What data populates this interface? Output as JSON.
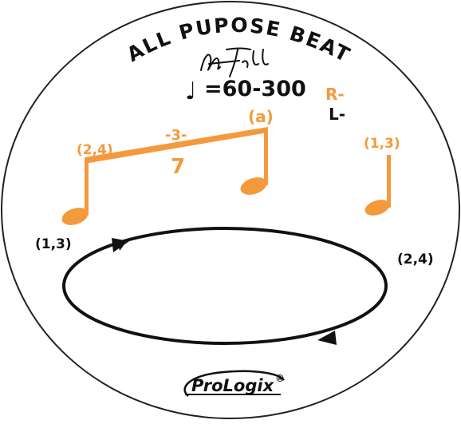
{
  "title": "ALL PUPOSE BEAT",
  "tempo": {
    "note_glyph": "♩",
    "range": "=60-300"
  },
  "legend": {
    "right": "R-",
    "left": "L-",
    "right_color": "#f39a3c",
    "left_color": "#111111"
  },
  "notation": {
    "triplet_label": "-3-",
    "rest_symbol": "7",
    "beat_label_left": "(2,4)",
    "beat_label_mid": "(a)",
    "beat_label_right": "(1,3)"
  },
  "cycle": {
    "label_left": "(1,3)",
    "label_right": "(2,4)"
  },
  "brand": {
    "name": "ProLogix",
    "mark": "®"
  },
  "colors": {
    "accent": "#f39a3c",
    "ink": "#111111"
  }
}
